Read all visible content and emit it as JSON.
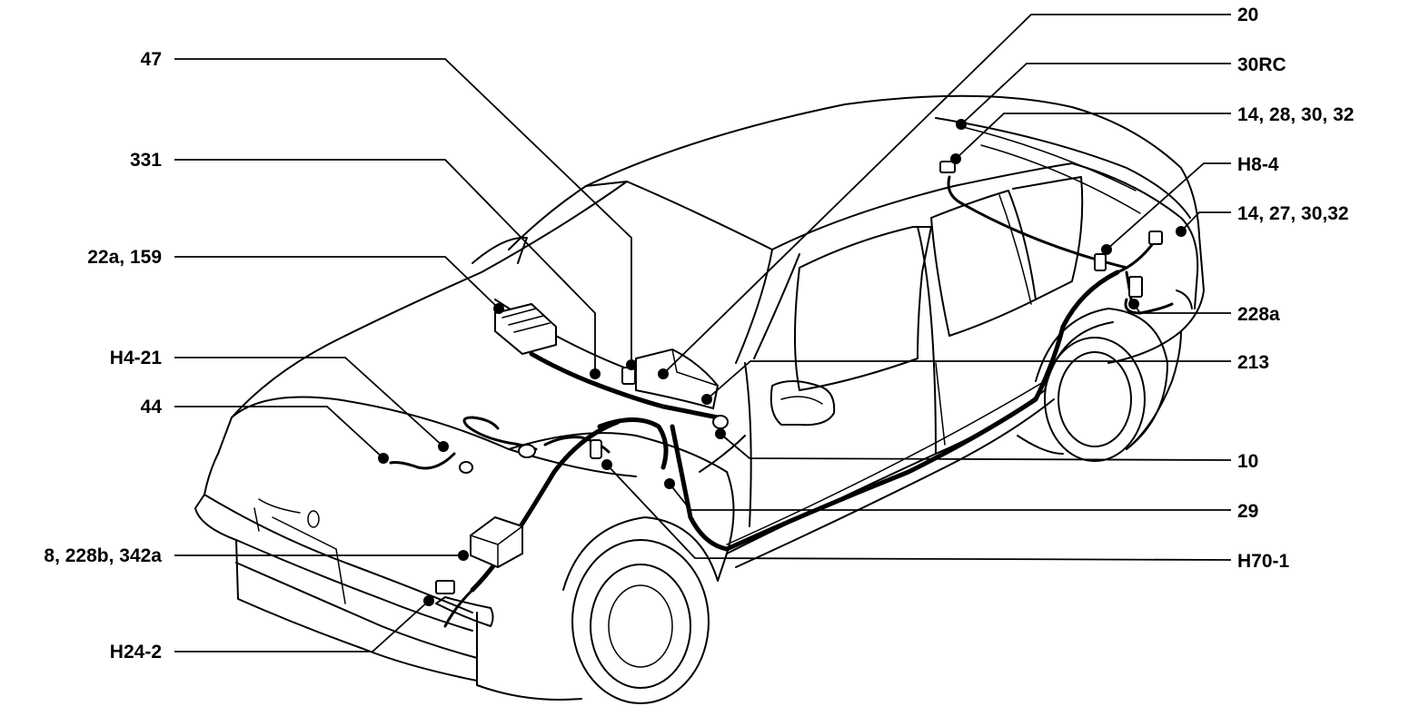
{
  "callouts": {
    "c20": "20",
    "c30rc": "30RC",
    "c14_28": "14, 28, 30, 32",
    "ch8_4": "H8-4",
    "c14_27": "14, 27, 30,32",
    "c228a": "228a",
    "c213": "213",
    "c10": "10",
    "c29": "29",
    "ch70_1": "H70-1",
    "c47": "47",
    "c331": "331",
    "c22a": "22a, 159",
    "ch4_21": "H4-21",
    "c44": "44",
    "c8_228b": "8, 228b, 342a",
    "ch24_2": "H24-2"
  }
}
